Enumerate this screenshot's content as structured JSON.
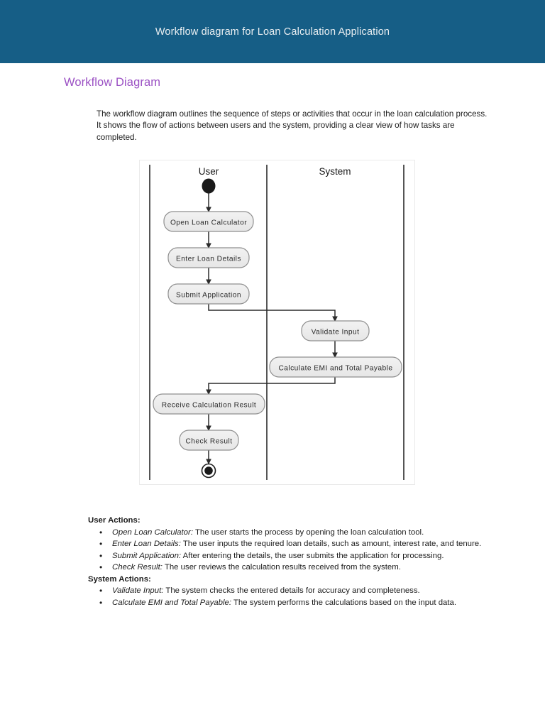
{
  "banner": {
    "title": "Workflow diagram for Loan Calculation Application",
    "bg_color": "#165e86",
    "text_color": "#e9eef1"
  },
  "heading": {
    "text": "Workflow Diagram",
    "color": "#9b51c4"
  },
  "intro": {
    "paragraph": "The workflow diagram outlines the sequence of steps or activities that occur in the loan calculation process. It shows the flow of actions between users and the system, providing a clear view of how tasks are completed."
  },
  "diagram": {
    "type": "uml-activity-swimlane",
    "lanes": [
      {
        "id": "user",
        "label": "User"
      },
      {
        "id": "system",
        "label": "System"
      }
    ],
    "node_fill": "#ededed",
    "node_stroke": "#8f8f8f",
    "edge_color": "#2b2b2b",
    "nodes": [
      {
        "id": "start",
        "type": "initial-node",
        "lane": "user",
        "label": ""
      },
      {
        "id": "n1",
        "type": "activity",
        "lane": "user",
        "label": "Open Loan Calculator"
      },
      {
        "id": "n2",
        "type": "activity",
        "lane": "user",
        "label": "Enter Loan Details"
      },
      {
        "id": "n3",
        "type": "activity",
        "lane": "user",
        "label": "Submit Application"
      },
      {
        "id": "n4",
        "type": "activity",
        "lane": "system",
        "label": "Validate Input"
      },
      {
        "id": "n5",
        "type": "activity",
        "lane": "system",
        "label": "Calculate EMI and Total Payable"
      },
      {
        "id": "n6",
        "type": "activity",
        "lane": "user",
        "label": "Receive Calculation Result"
      },
      {
        "id": "n7",
        "type": "activity",
        "lane": "user",
        "label": "Check Result"
      },
      {
        "id": "end",
        "type": "final-node",
        "lane": "user",
        "label": ""
      }
    ],
    "edges": [
      {
        "from": "start",
        "to": "n1"
      },
      {
        "from": "n1",
        "to": "n2"
      },
      {
        "from": "n2",
        "to": "n3"
      },
      {
        "from": "n3",
        "to": "n4",
        "cross_lane": true
      },
      {
        "from": "n4",
        "to": "n5"
      },
      {
        "from": "n5",
        "to": "n6",
        "cross_lane": true
      },
      {
        "from": "n6",
        "to": "n7"
      },
      {
        "from": "n7",
        "to": "end"
      }
    ]
  },
  "user_actions": {
    "heading": "User Actions:",
    "items": [
      {
        "term": "Open Loan Calculator:",
        "desc": " The user starts the process by opening the loan calculation tool."
      },
      {
        "term": "Enter Loan Details:",
        "desc": " The user inputs the required loan details, such as amount, interest rate, and tenure."
      },
      {
        "term": "Submit Application:",
        "desc": " After entering the details, the user submits the application for processing."
      },
      {
        "term": "Check Result:",
        "desc": " The user reviews the calculation results received from the system."
      }
    ]
  },
  "system_actions": {
    "heading": "System Actions:",
    "items": [
      {
        "term": "Validate Input:",
        "desc": " The system checks the entered details for accuracy and completeness."
      },
      {
        "term": "Calculate EMI and Total Payable:",
        "desc": " The system performs the calculations based on the input data."
      }
    ]
  }
}
